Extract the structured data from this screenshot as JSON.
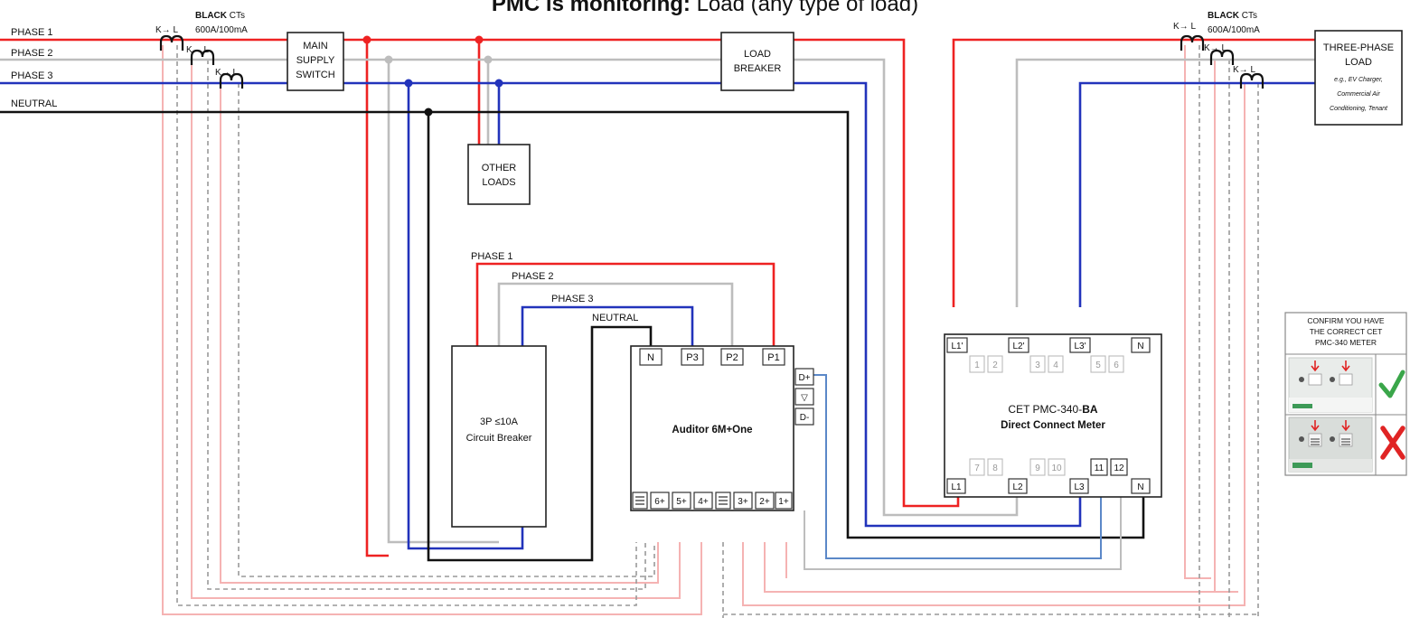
{
  "title": {
    "bold": "PMC is monitoring:",
    "rest": " Load (any type of load)"
  },
  "phases": {
    "phase1": "PHASE 1",
    "phase2": "PHASE 2",
    "phase3": "PHASE 3",
    "neutral": "NEUTRAL"
  },
  "cts": {
    "label_bold": "BLACK",
    "label_rest": " CTs",
    "rating": "600A/100mA",
    "orientation": "K→ L"
  },
  "boxes": {
    "main_switch": [
      "MAIN",
      "SUPPLY",
      "SWITCH"
    ],
    "load_breaker": [
      "LOAD",
      "BREAKER"
    ],
    "other_loads": [
      "OTHER",
      "LOADS"
    ],
    "three_phase_load": {
      "lines": [
        "THREE-PHASE",
        "LOAD"
      ],
      "note": [
        "e.g., EV Charger,",
        "Commercial Air",
        "Conditioning, Tenant"
      ]
    },
    "circuit_breaker": [
      "3P ≤10A",
      "Circuit Breaker"
    ]
  },
  "auditor": {
    "name": "Auditor 6M+One",
    "top_terminals": [
      "N",
      "P3",
      "P2",
      "P1"
    ],
    "bottom_terminals": [
      "6+",
      "5+",
      "4+",
      "3+",
      "2+",
      "1+"
    ],
    "rs485": [
      "D+",
      "▽",
      "D-"
    ]
  },
  "meter": {
    "model_prefix": "CET PMC-340-",
    "model_bold": "BA",
    "subtitle": "Direct Connect Meter",
    "top_terminals": [
      "L1'",
      "L2'",
      "L3'",
      "N"
    ],
    "top_numbers": [
      "1",
      "2",
      "3",
      "4",
      "5",
      "6"
    ],
    "bottom_terminals": [
      "L1",
      "L2",
      "L3",
      "N"
    ],
    "bottom_numbers": [
      "7",
      "8",
      "9",
      "10"
    ],
    "bottom_active": [
      "11",
      "12"
    ]
  },
  "confirm": {
    "lines": [
      "CONFIRM YOU HAVE",
      "THE CORRECT CET",
      "PMC-340 METER"
    ],
    "correct_icon": "check-icon",
    "wrong_icon": "cross-icon"
  },
  "colors": {
    "phase1": "#ee2222",
    "phase2": "#bdbdbd",
    "phase3": "#2233bb",
    "neutral": "#111111",
    "ct_leads": "#f5b3b3",
    "dashed": "#999999",
    "rs485": "#5b88c8",
    "check": "#3aa64a",
    "cross": "#e02424"
  }
}
